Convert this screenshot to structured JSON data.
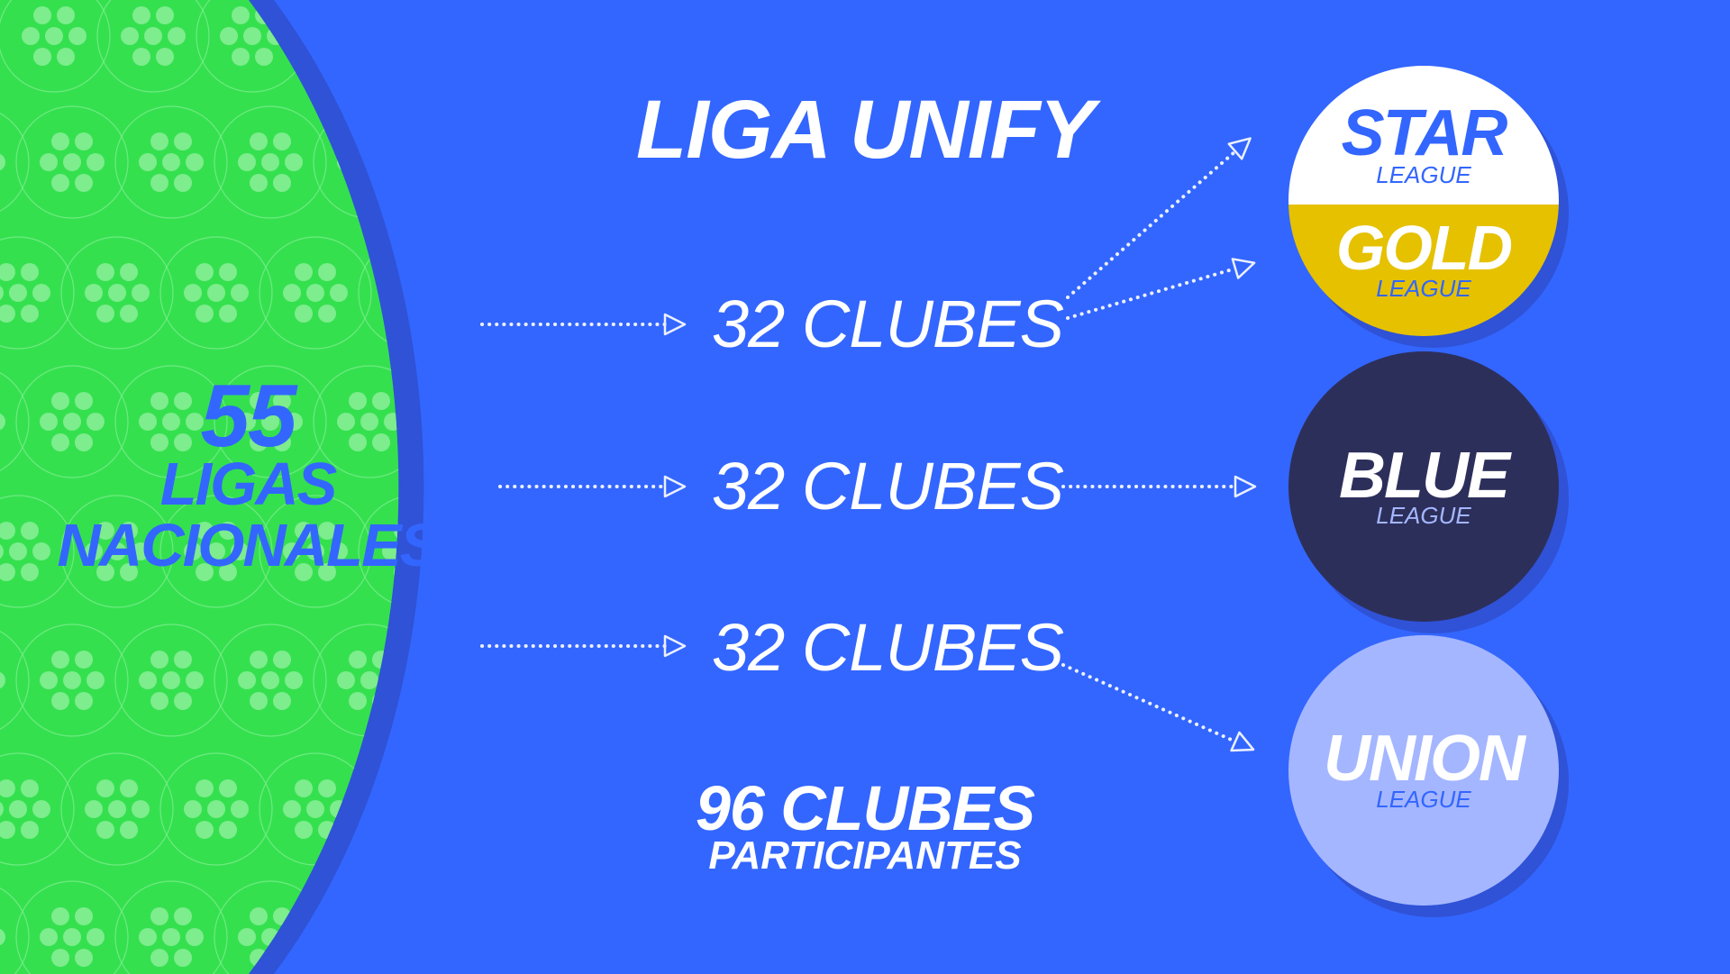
{
  "colors": {
    "background": "#3366ff",
    "green": "#35e04f",
    "green_dots": "#7ded8d",
    "gold": "#e5c100",
    "navy": "#2d2f5b",
    "lavender": "#a4b6ff",
    "shadow": "#2f52d6"
  },
  "title": "LIGA UNIFY",
  "national": {
    "number": "55",
    "line1": "LIGAS",
    "line2": "NACIONALES"
  },
  "rows": [
    {
      "label": "32 CLUBES"
    },
    {
      "label": "32 CLUBES"
    },
    {
      "label": "32 CLUBES"
    }
  ],
  "total": {
    "main": "96 CLUBES",
    "sub": "PARTICIPANTES"
  },
  "leagues": [
    {
      "name": "STAR",
      "sub": "LEAGUE",
      "color": "#ffffff",
      "text_color": "#3366ff"
    },
    {
      "name": "GOLD",
      "sub": "LEAGUE",
      "color": "#e5c100",
      "text_color": "#ffffff"
    },
    {
      "name": "BLUE",
      "sub": "LEAGUE",
      "color": "#2d2f5b",
      "text_color": "#ffffff"
    },
    {
      "name": "UNION",
      "sub": "LEAGUE",
      "color": "#a4b6ff",
      "text_color": "#ffffff"
    }
  ],
  "icons": {
    "arrow": "triangle-arrow-icon",
    "ball": "dotted-ball-icon"
  }
}
